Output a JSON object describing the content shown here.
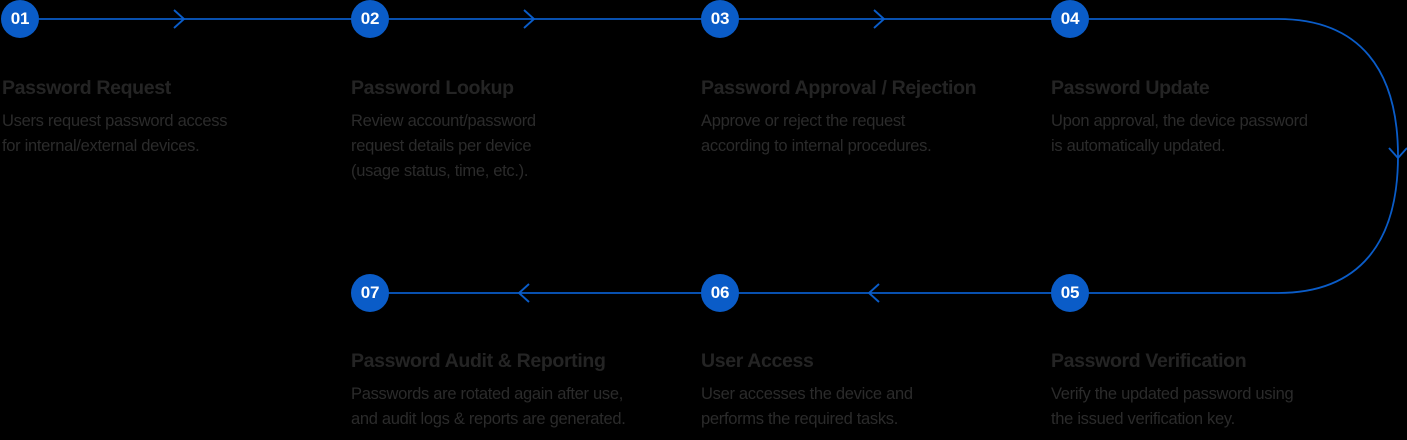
{
  "diagram": {
    "title_semantic": "password-management-lifecycle-flow",
    "background_color": "#000000",
    "accent_color": "#0a5cc8",
    "title_color": "#242424",
    "description_color": "#2b2b2b",
    "steps": [
      {
        "number": "01",
        "title": "Password Request",
        "lines": [
          "Users request password access",
          "for internal/external devices."
        ]
      },
      {
        "number": "02",
        "title": "Password Lookup",
        "lines": [
          "Review account/password",
          "request details per device",
          "(usage status, time, etc.)."
        ]
      },
      {
        "number": "03",
        "title": "Password Approval / Rejection",
        "lines": [
          "Approve or reject the request",
          "according to internal procedures."
        ]
      },
      {
        "number": "04",
        "title": "Password Update",
        "lines": [
          "Upon approval, the device password",
          "is automatically updated."
        ]
      },
      {
        "number": "05",
        "title": "Password Verification",
        "lines": [
          "Verify the updated password using",
          "the issued verification key."
        ]
      },
      {
        "number": "06",
        "title": "User Access",
        "lines": [
          "User accesses the device and",
          "performs the required tasks."
        ]
      },
      {
        "number": "07",
        "title": "Password Audit & Reporting",
        "lines": [
          "Passwords are rotated again after use,",
          "and audit logs & reports are generated."
        ]
      }
    ]
  }
}
